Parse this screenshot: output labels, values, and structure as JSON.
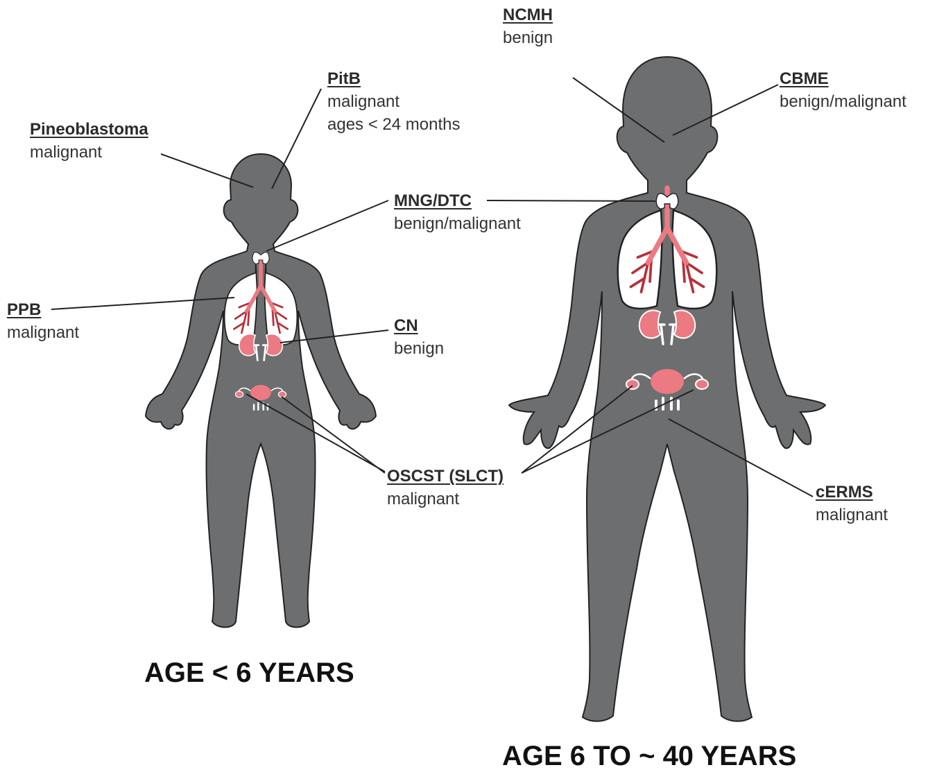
{
  "colors": {
    "body": "#6d6e70",
    "outline": "#222222",
    "lung_fill": "#ffffff",
    "organ": "#ec7a82",
    "organ_dark": "#b8303a",
    "leader_line": "#222222"
  },
  "figures": {
    "child_caption": "AGE < 6 YEARS",
    "adult_caption": "AGE 6 TO ~ 40 YEARS"
  },
  "labels": {
    "pineoblastoma": {
      "title": "Pineoblastoma",
      "desc": [
        "malignant"
      ]
    },
    "pitb": {
      "title": "PitB",
      "desc": [
        "malignant",
        "ages < 24 months"
      ]
    },
    "ppb": {
      "title": "PPB",
      "desc": [
        "malignant"
      ]
    },
    "mng_dtc": {
      "title": "MNG/DTC",
      "desc": [
        "benign/malignant"
      ]
    },
    "cn": {
      "title": "CN",
      "desc": [
        "benign"
      ]
    },
    "oscst": {
      "title": "OSCST (SLCT)",
      "desc": [
        "malignant"
      ]
    },
    "ncmh": {
      "title": "NCMH",
      "desc": [
        "benign"
      ]
    },
    "cbme": {
      "title": "CBME",
      "desc": [
        "benign/malignant"
      ]
    },
    "cerms": {
      "title": "cERMS",
      "desc": [
        "malignant"
      ]
    }
  }
}
